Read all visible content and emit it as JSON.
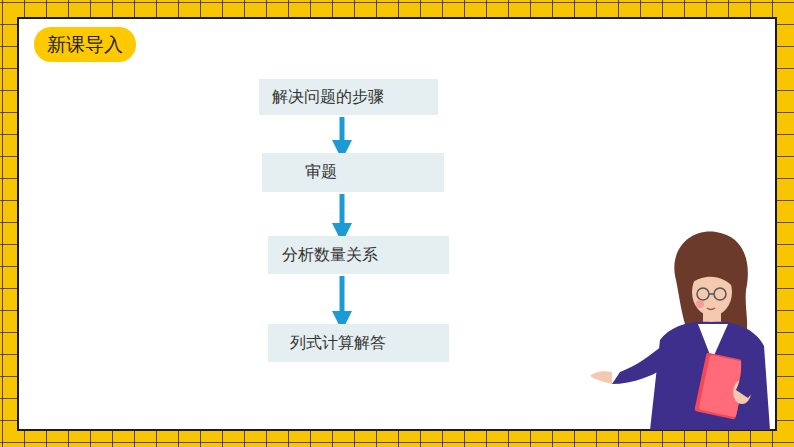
{
  "diagram": {
    "title": "新课导入",
    "nodes": [
      {
        "text": [
          "解决问题的步骤"
        ]
      },
      {
        "text": [
          "审题"
        ]
      },
      {
        "text": [
          "分析数量关系"
        ]
      },
      {
        "text": [
          "列式计算解答"
        ]
      }
    ],
    "edges": [
      {
        "from": 0,
        "to": 1,
        "arrow": "to"
      },
      {
        "from": 1,
        "to": 2,
        "arrow": "to"
      },
      {
        "from": 2,
        "to": 3,
        "arrow": "to"
      }
    ]
  }
}
